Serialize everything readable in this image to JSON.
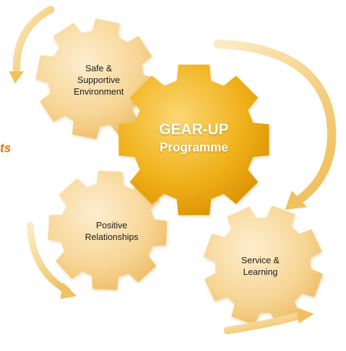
{
  "diagram": {
    "center_gear": {
      "line1": "GEAR-UP",
      "line2": "Programme"
    },
    "gears": [
      {
        "id": "safe",
        "label": "Safe &\nSupportive\nEnvironment"
      },
      {
        "id": "positive",
        "label": "Positive\nRelationships"
      },
      {
        "id": "service",
        "label": "Service &\nLearning"
      }
    ],
    "side_fragment": "ts"
  },
  "colors": {
    "center_gear_light": "#f7c84a",
    "center_gear_dark": "#e39a06",
    "small_gear_light": "#fbe3b4",
    "small_gear_dark": "#f0c46f",
    "arrow_light": "#fbe6b8",
    "arrow_dark": "#f1c060",
    "fragment_text": "#e07a10"
  }
}
